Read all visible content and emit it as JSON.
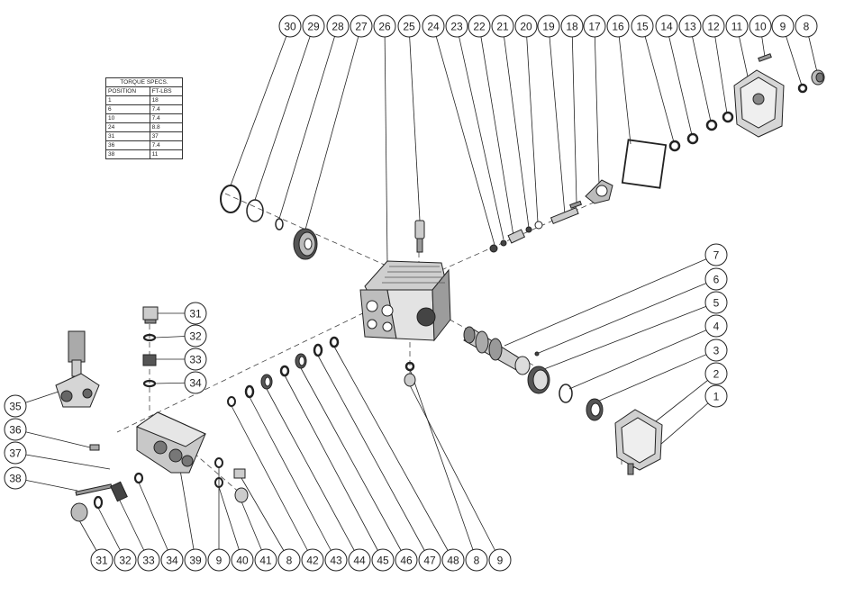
{
  "torque_table": {
    "title": "TORQUE SPECS.",
    "headers": [
      "POSITION",
      "FT-LBS"
    ],
    "rows": [
      [
        "1",
        "18"
      ],
      [
        "6",
        "7.4"
      ],
      [
        "10",
        "7.4"
      ],
      [
        "24",
        "8.8"
      ],
      [
        "31",
        "37"
      ],
      [
        "36",
        "7.4"
      ],
      [
        "38",
        "11"
      ]
    ]
  },
  "callouts": {
    "top": [
      "30",
      "29",
      "28",
      "27",
      "26",
      "25",
      "24",
      "23",
      "22",
      "21",
      "20",
      "19",
      "18",
      "17",
      "16",
      "15",
      "14",
      "13",
      "12",
      "11",
      "10",
      "9",
      "8"
    ],
    "right": [
      "7",
      "6",
      "5",
      "4",
      "3",
      "2",
      "1"
    ],
    "left_stack": [
      "31",
      "32",
      "33",
      "34"
    ],
    "left_side": [
      "35",
      "36",
      "37",
      "38"
    ],
    "bottom": [
      "31",
      "32",
      "33",
      "34",
      "39",
      "9",
      "40",
      "41",
      "8",
      "42",
      "43",
      "44",
      "45",
      "46",
      "47",
      "48",
      "8",
      "9"
    ]
  },
  "colors": {
    "line": "#222222",
    "part_fill": "#d9d9d9",
    "part_dark": "#555555"
  }
}
